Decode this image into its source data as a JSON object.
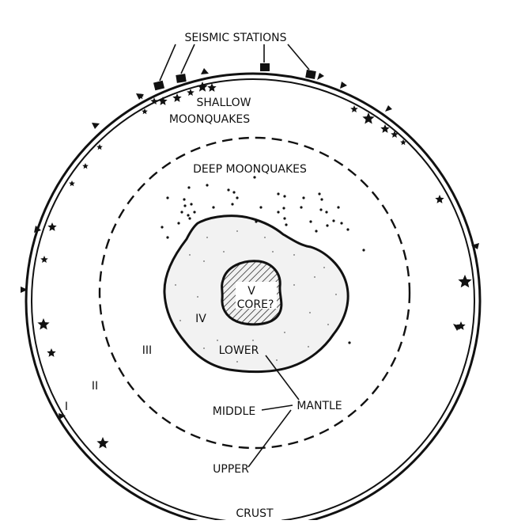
{
  "labels": {
    "seismic_stations": "SEISMIC STATIONS",
    "shallow_line1": "SHALLOW",
    "shallow_line2": "MOONQUAKES",
    "deep": "DEEP MOONQUAKES",
    "core_v": "V",
    "core": "CORE?",
    "zone_iv": "IV",
    "zone_iii": "III",
    "zone_ii": "II",
    "zone_i": "I",
    "lower": "LOWER",
    "middle": "MIDDLE",
    "upper": "UPPER",
    "mantle": "MANTLE",
    "crust": "CRUST"
  },
  "colors": {
    "ink": "#111111",
    "background": "#ffffff"
  }
}
